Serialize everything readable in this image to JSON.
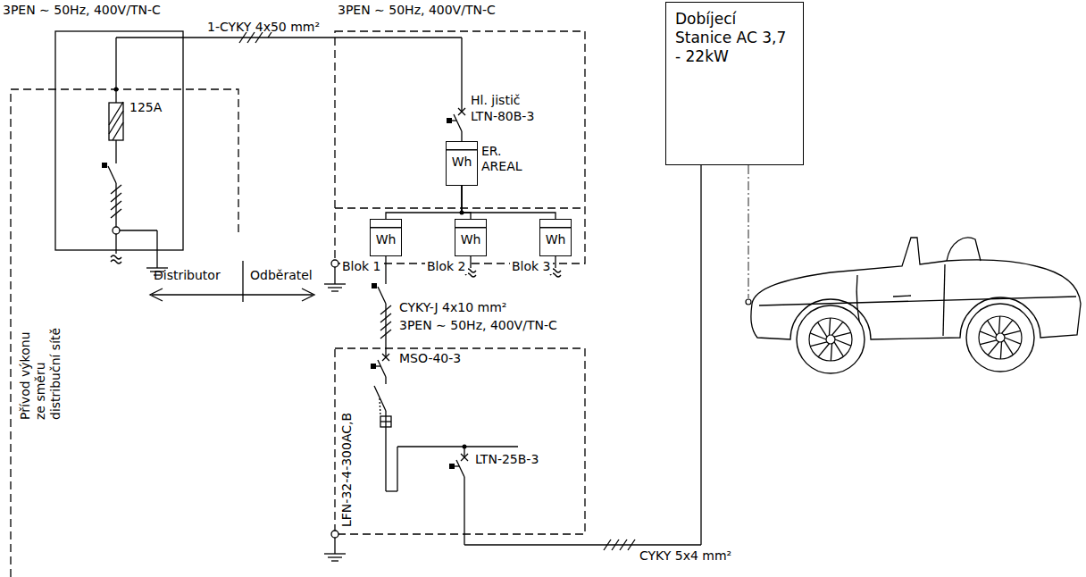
{
  "diagram": {
    "nodes": [
      {
        "text": [
          "Wh",
          "ER. AREAL"
        ]
      },
      {
        "text": [
          "Wh",
          "Blok 1"
        ]
      },
      {
        "text": [
          "Wh",
          "Blok 2"
        ]
      },
      {
        "text": [
          "Wh",
          "Blok 3"
        ]
      },
      {
        "text": [
          "Dobíjecí Stanice AC 3,7 - 22kW"
        ]
      }
    ],
    "edges": [
      {
        "from": 0,
        "to": 1,
        "arrow": "none"
      },
      {
        "from": 0,
        "to": 2,
        "arrow": "none"
      },
      {
        "from": 0,
        "to": 3,
        "arrow": "none"
      }
    ],
    "labels": [
      "3PEN ∼ 50Hz, 400V/TN-C",
      "1-CYKY 4x50 mm²",
      "3PEN ∼ 50Hz, 400V/TN-C",
      "Hl. jistič",
      "LTN-80B-3",
      "125A",
      "Přívod výkonu",
      "ze směru",
      "distribuční sítě",
      "Distributor",
      "Odběratel",
      "CYKY-J 4x10 mm²",
      "3PEN ∼ 50Hz, 400V/TN-C",
      "MSO-40-3",
      "LFN-32-4-300AC,B",
      "LTN-25B-3",
      "CYKY 5x4 mm²"
    ]
  }
}
